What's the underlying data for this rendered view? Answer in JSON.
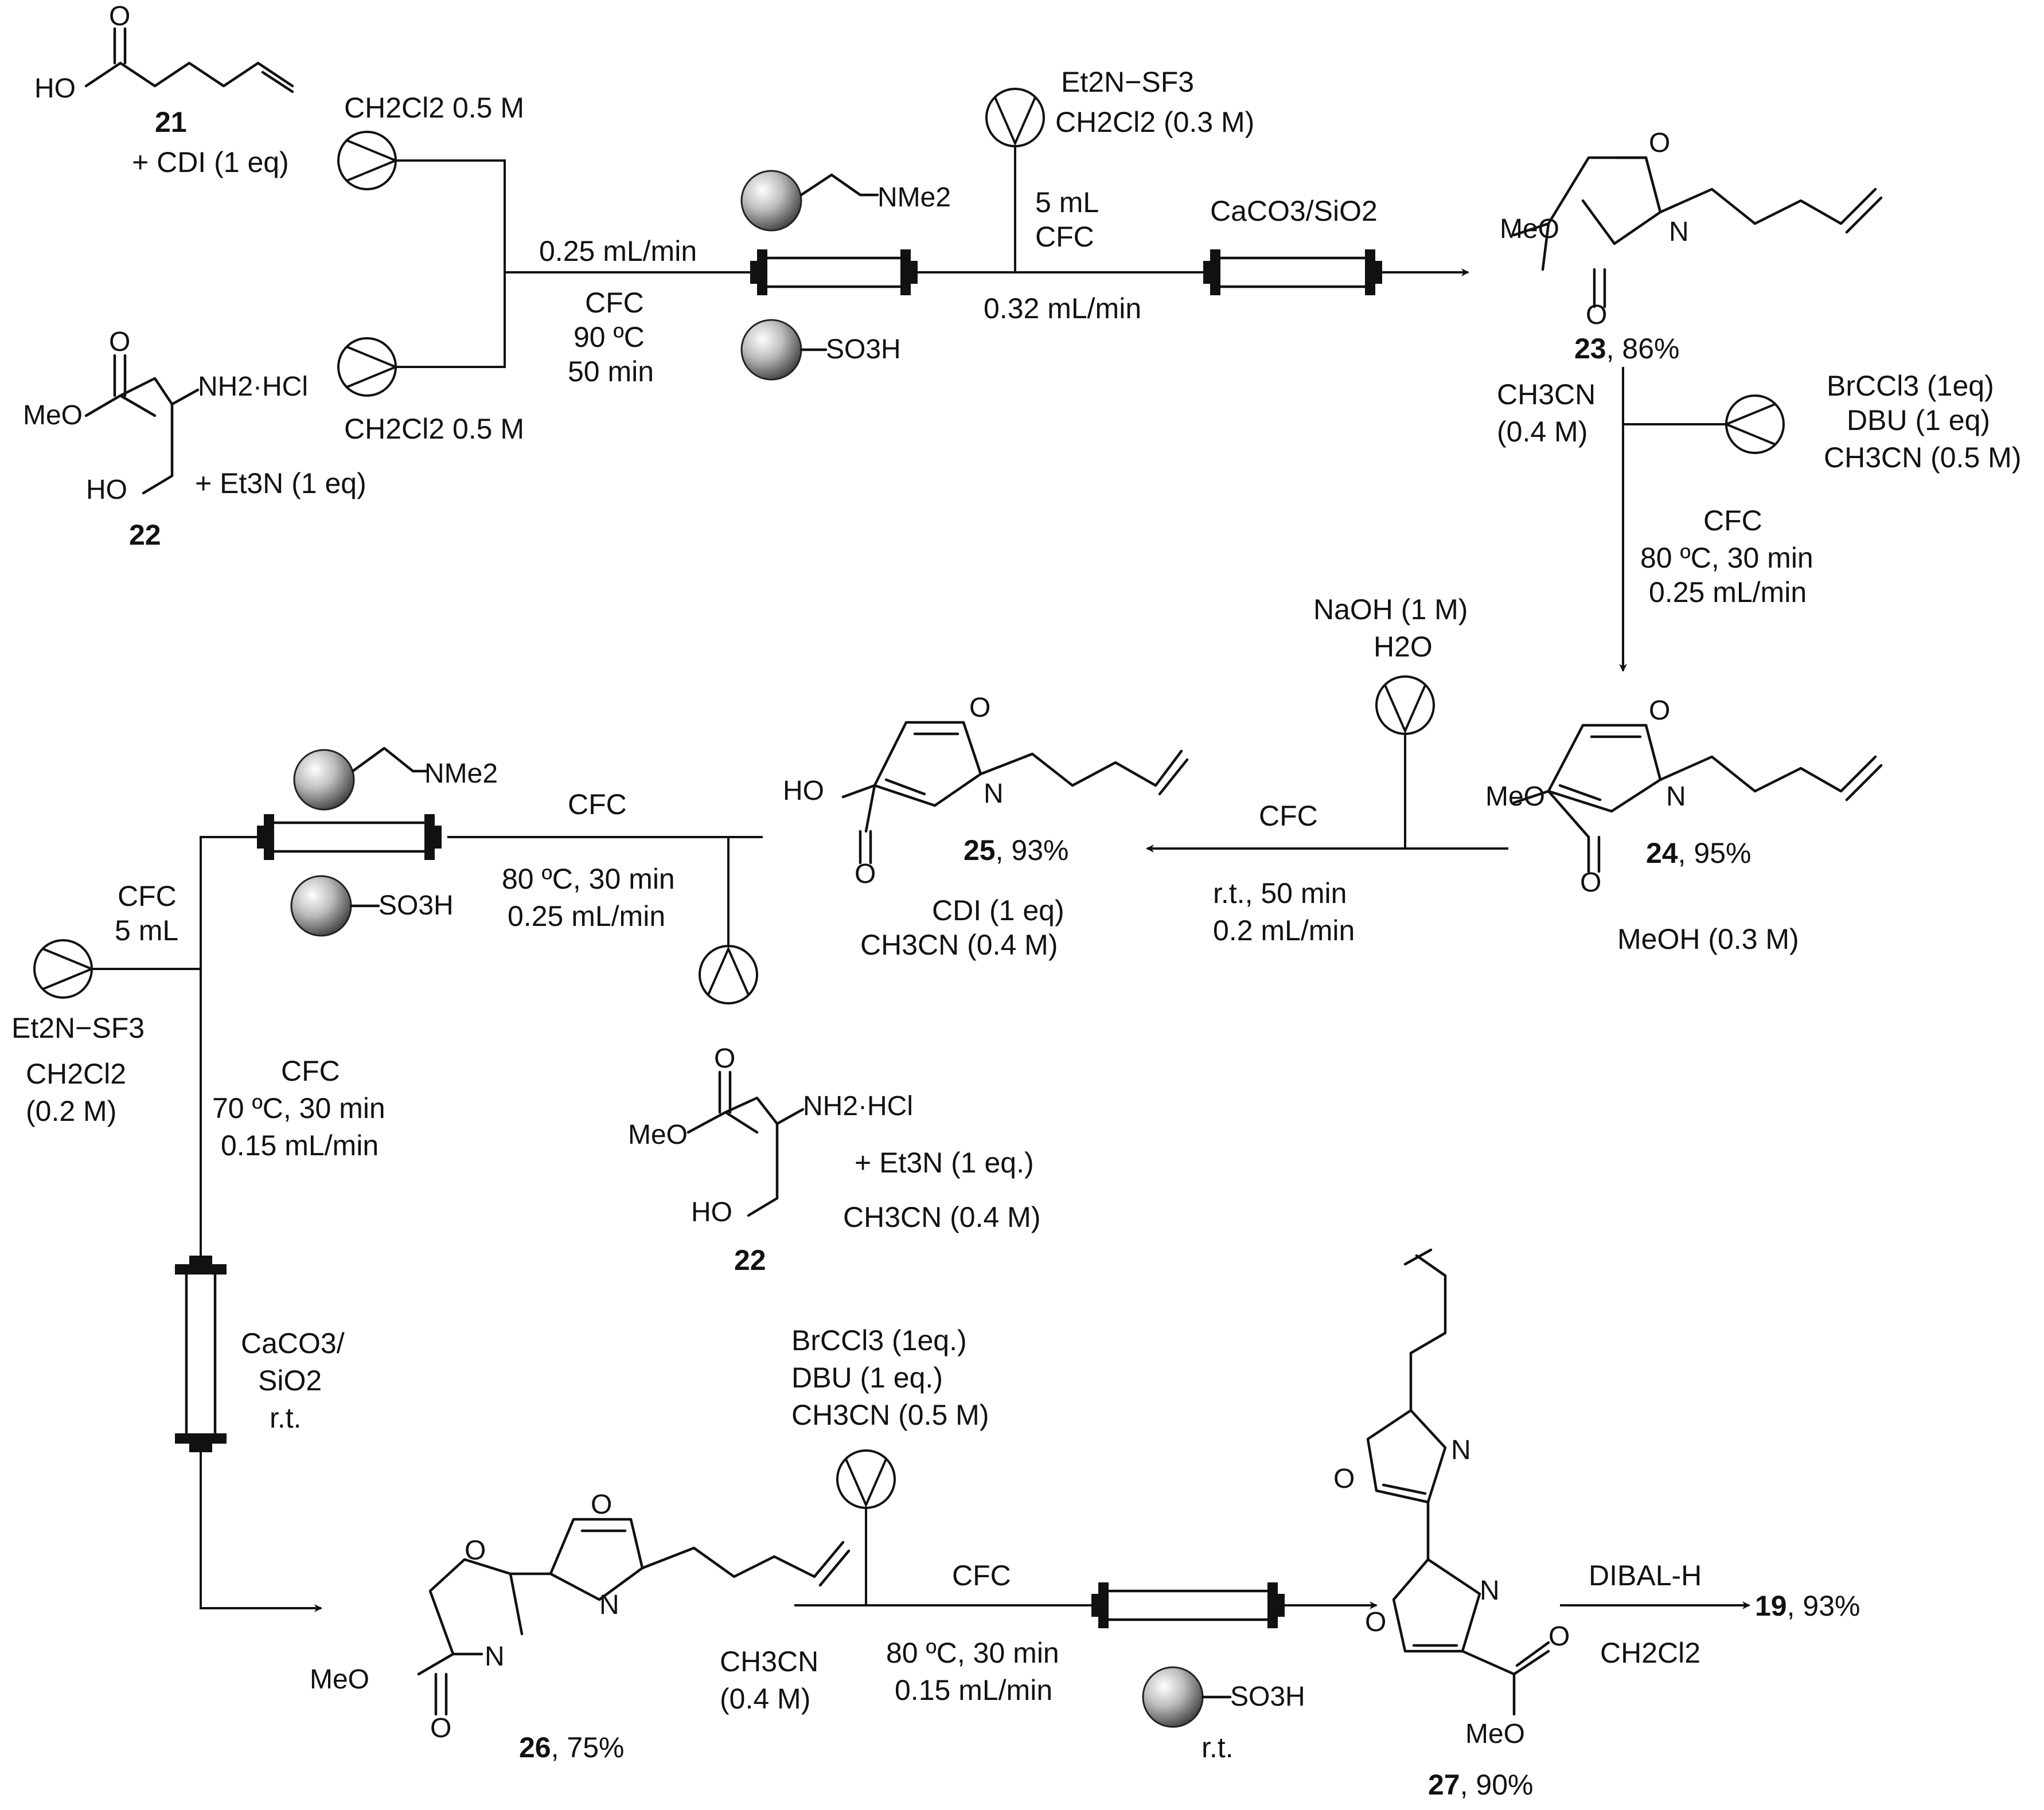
{
  "labels": {
    "s21_solvent": "CH2Cl2 0.5 M",
    "s21_add": "+ CDI (1 eq)",
    "s22_solvent": "CH2Cl2 0.5 M",
    "s22_add": "+ Et3N (1 eq)",
    "flow1_rate": "0.25 mL/min",
    "flow1_cfc": "CFC",
    "flow1_temp": "90 ºC",
    "flow1_time": "50 min",
    "dast_reagent": "Et2N−SF3",
    "dast_solvent": "CH2Cl2 (0.3 M)",
    "dast_vol": "5 mL",
    "dast_cfc": "CFC",
    "flow2_rate": "0.32 mL/min",
    "column_caco3": "CaCO3/SiO2",
    "p23_solvent_a": "CH3CN",
    "p23_solvent_b": "(0.4 M)",
    "brccl3_a": "BrCCl3 (1eq)",
    "brccl3_b": "DBU (1 eq)",
    "brccl3_c": "CH3CN (0.5 M)",
    "step3_cfc": "CFC",
    "step3_temp": "80 ºC, 30 min",
    "step3_rate": "0.25 mL/min",
    "naoh_a": "NaOH (1 M)",
    "naoh_b": "H2O",
    "step4_cfc": "CFC",
    "step4_cond": "r.t., 50 min",
    "step4_rate": "0.2 mL/min",
    "meoh": "MeOH (0.3 M)",
    "cdi_a": "CDI (1 eq)",
    "cdi_b": "CH3CN (0.4 M)",
    "step5_cfc": "CFC",
    "step5_temp": "80 ºC, 30 min",
    "step5_rate": "0.25 mL/min",
    "dast2_cfc": "CFC",
    "dast2_vol": "5 mL",
    "dast2_reagent": "Et2N−SF3",
    "dast2_solvent_a": "CH2Cl2",
    "dast2_solvent_b": "(0.2 M)",
    "step6_cfc": "CFC",
    "step6_temp": "70 ºC, 30 min",
    "step6_rate": "0.15 mL/min",
    "serine_add": "+ Et3N (1 eq.)",
    "serine_solvent": "CH3CN (0.4 M)",
    "col2_a": "CaCO3/",
    "col2_b": "SiO2",
    "col2_c": "r.t.",
    "brccl3_2_a": "BrCCl3 (1eq.)",
    "brccl3_2_b": "DBU (1 eq.)",
    "brccl3_2_c": "CH3CN (0.5 M)",
    "p26_solvent_a": "CH3CN",
    "p26_solvent_b": "(0.4 M)",
    "step7_cfc": "CFC",
    "step7_temp": "80 ºC, 30 min",
    "step7_rate": "0.15 mL/min",
    "step7_rt": "r.t.",
    "dibal": "DIBAL-H",
    "dibal_solvent": "CH2Cl2"
  },
  "compounds": {
    "c21": "21",
    "c22": "22",
    "c22b": "22",
    "c23": "23",
    "c23_yield": ", 86%",
    "c24": "24",
    "c24_yield": ", 95%",
    "c25": "25",
    "c25_yield": ", 93%",
    "c26": "26",
    "c26_yield": ", 75%",
    "c27": "27",
    "c27_yield": ", 90%",
    "c19": "19",
    "c19_yield": ", 93%"
  },
  "atoms": {
    "HO": "HO",
    "O": "O",
    "N": "N",
    "MeO": "MeO",
    "NH2HCl": "NH2·HCl",
    "NMe2": "NMe2",
    "SO3H": "SO3H"
  }
}
